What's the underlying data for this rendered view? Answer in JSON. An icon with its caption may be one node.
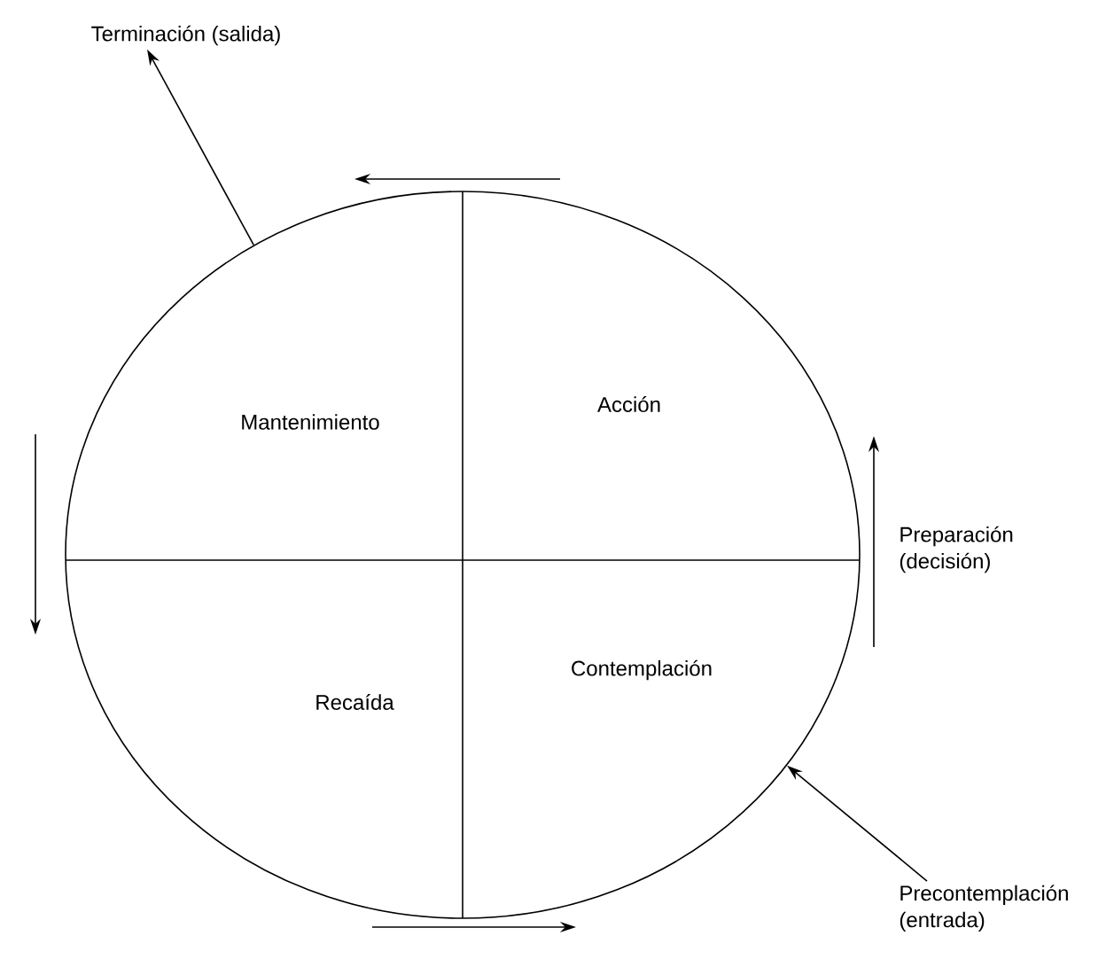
{
  "diagram": {
    "nodes": [
      {
        "text": [],
        "shape": "ellipse"
      },
      {
        "text": [
          "Mantenimiento"
        ],
        "in": 0
      },
      {
        "text": [
          "Acción"
        ],
        "in": 0
      },
      {
        "text": [
          "Recaída"
        ],
        "in": 0
      },
      {
        "text": [
          "Contemplación"
        ],
        "in": 0
      },
      {
        "text": [
          "Terminación (salida)"
        ]
      },
      {
        "text": [
          "Precontemplación (entrada)"
        ]
      }
    ],
    "edges": [
      {
        "from": 0,
        "to": 5,
        "arrow": "to"
      },
      {
        "from": 6,
        "to": 0,
        "arrow": "to"
      }
    ],
    "labels": [
      "Preparación (decisión)"
    ]
  }
}
